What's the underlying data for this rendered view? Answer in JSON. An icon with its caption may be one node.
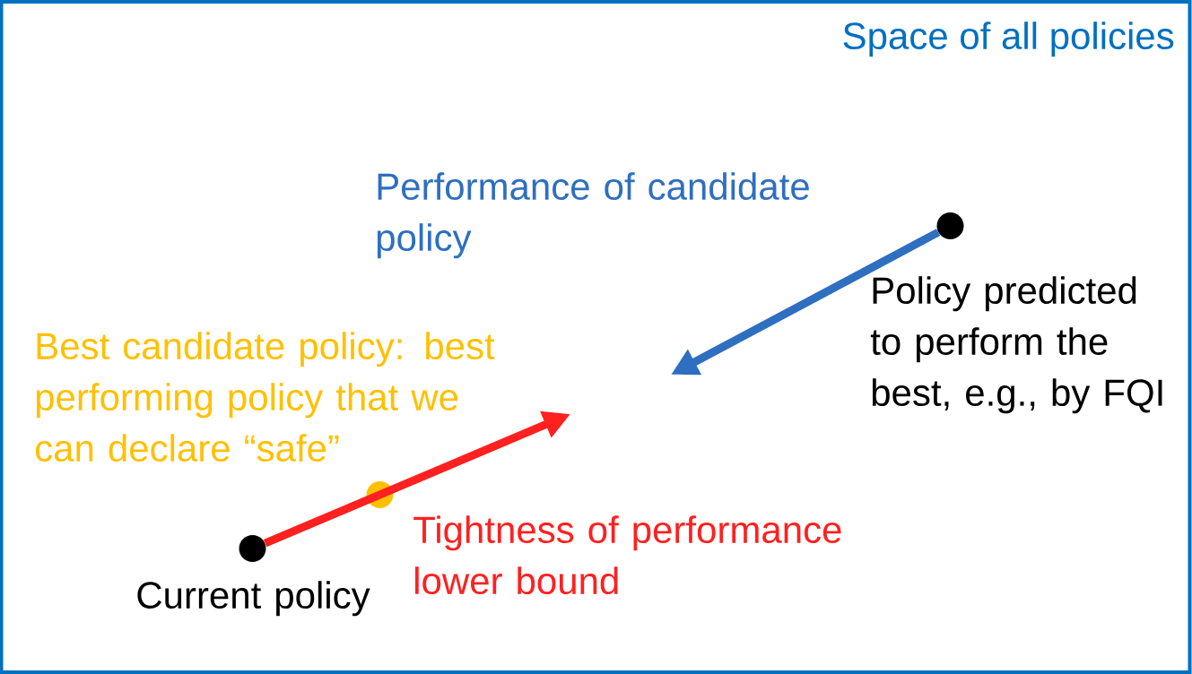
{
  "diagram": {
    "nodes": [
      {
        "text": [
          "Space of all policies"
        ]
      },
      {
        "text": [],
        "shape": "circle",
        "in": 0,
        "beside": [
          "Policy predicted to perform the best, e.g., by FQI"
        ]
      },
      {
        "text": [],
        "shape": "circle",
        "in": 0,
        "beside": [
          "Current policy"
        ]
      },
      {
        "text": [],
        "shape": "circle",
        "in": 0,
        "beside": [
          "Best candidate policy: best performing policy that we can declare “safe”"
        ]
      }
    ],
    "edges": [
      {
        "from": 1,
        "to": null,
        "arrow": "to",
        "label": "Performance of candidate policy",
        "color": "#2e6fc0"
      },
      {
        "from": 2,
        "to": null,
        "arrow": "to",
        "label": "Tightness of performance lower bound",
        "color": "#ff2020"
      }
    ]
  }
}
